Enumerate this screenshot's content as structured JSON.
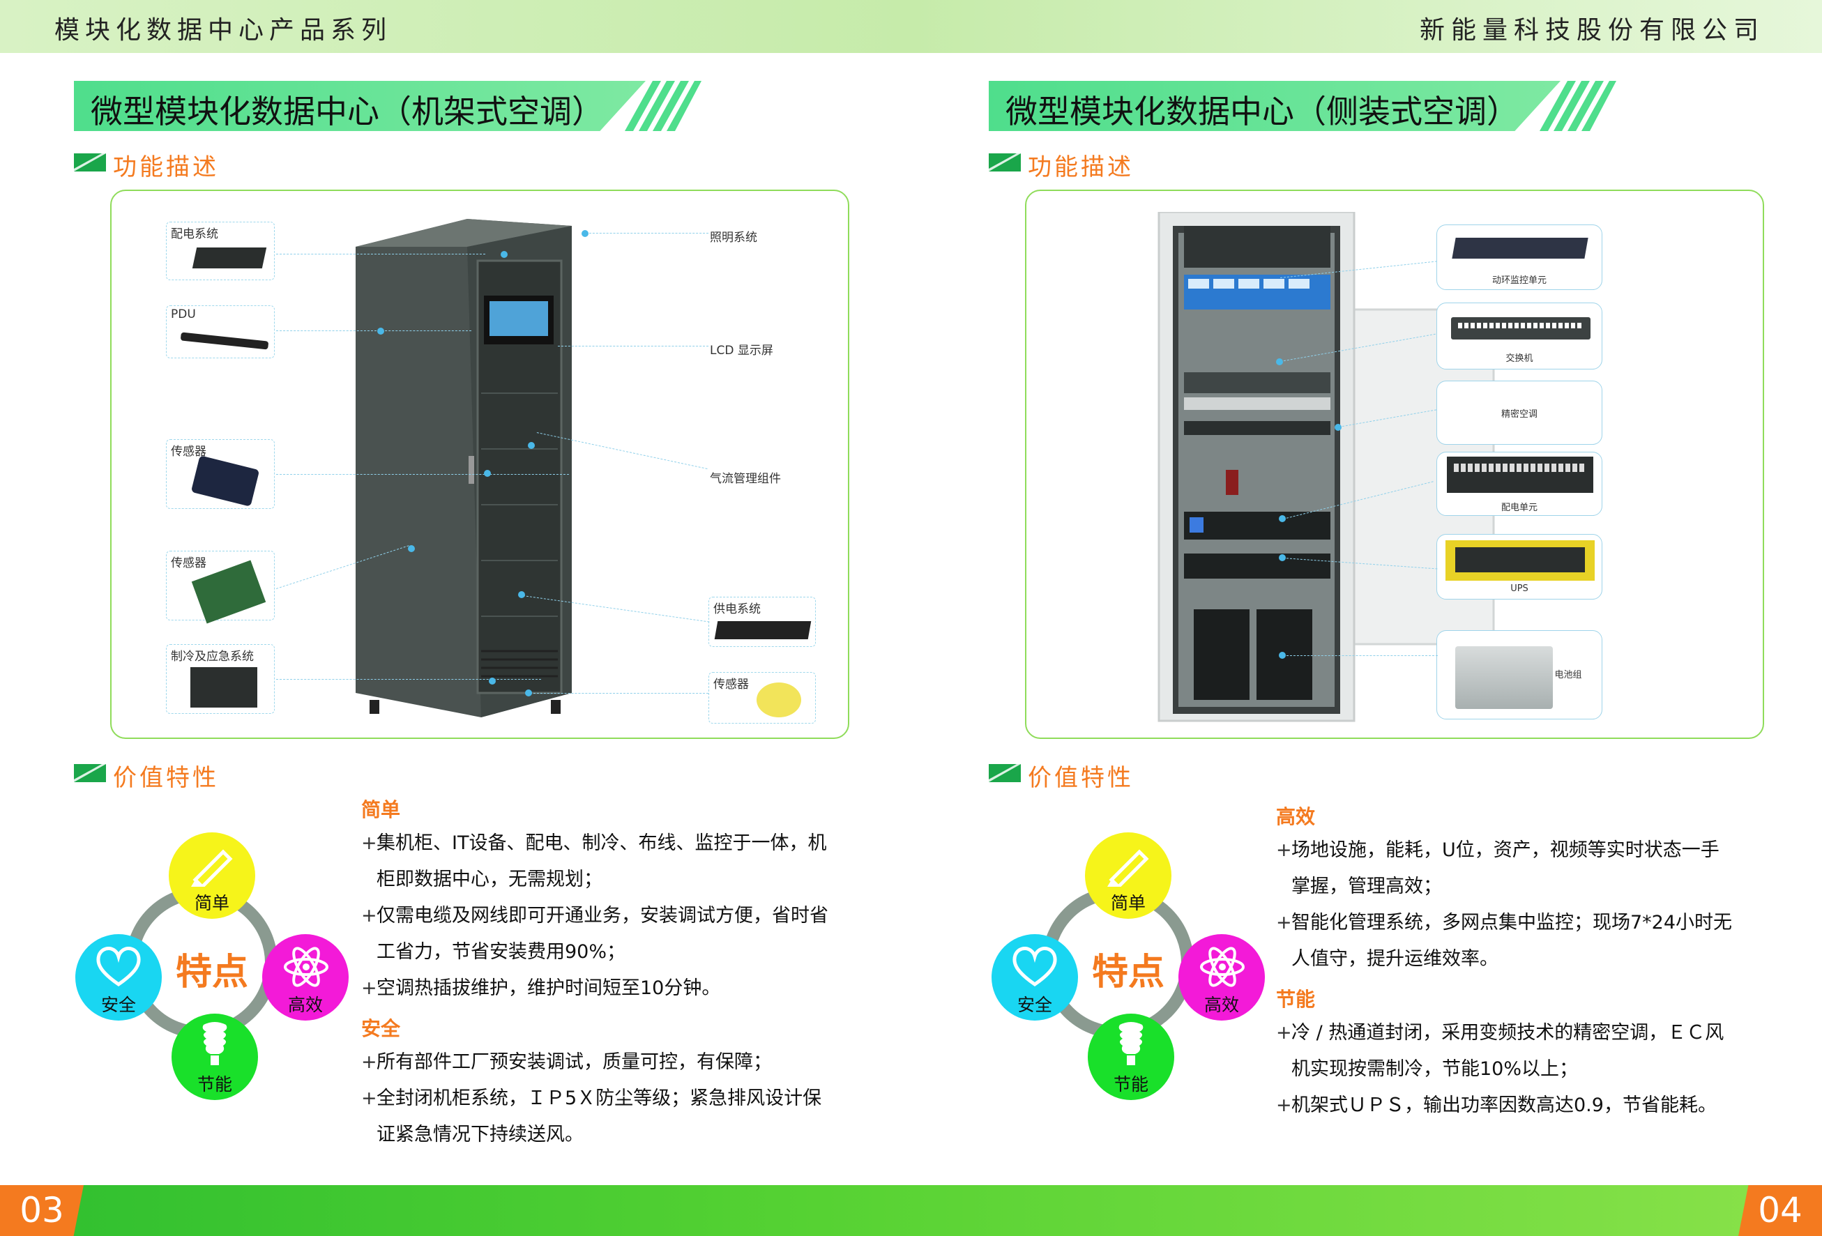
{
  "header": {
    "left_title": "模块化数据中心产品系列",
    "right_title": "新能量科技股份有限公司"
  },
  "footer": {
    "page_left": "03",
    "page_right": "04"
  },
  "left": {
    "banner": "微型模块化数据中心（机架式空调）",
    "section_func": "功能描述",
    "section_value": "价值特性",
    "callouts": {
      "power_dist": "配电系统",
      "pdu": "PDU",
      "sensor1": "传感器",
      "sensor2": "传感器",
      "cooling": "制冷及应急系统",
      "power_supply": "供电系统",
      "sensor3": "传感器",
      "lighting": "照明系统",
      "lcd": "LCD 显示屏",
      "airflow": "气流管理组件"
    },
    "wheel": {
      "top": "简单",
      "left": "安全",
      "right": "高效",
      "bottom": "节能",
      "center": "特点"
    },
    "features": [
      {
        "type": "title",
        "text": "简单"
      },
      {
        "type": "item",
        "text": "集机柜、IT设备、配电、制冷、布线、监控于一体，机"
      },
      {
        "type": "cont",
        "text": "柜即数据中心，无需规划；"
      },
      {
        "type": "item",
        "text": "仅需电缆及网线即可开通业务，安装调试方便，省时省"
      },
      {
        "type": "cont",
        "text": "工省力，节省安装费用90%；"
      },
      {
        "type": "item",
        "text": "空调热插拔维护，维护时间短至10分钟。"
      },
      {
        "type": "title",
        "text": "安全"
      },
      {
        "type": "item",
        "text": "所有部件工厂预安装调试，质量可控，有保障；"
      },
      {
        "type": "item",
        "text": "全封闭机柜系统，ＩＰ5Ｘ防尘等级；紧急排风设计保"
      },
      {
        "type": "cont",
        "text": "证紧急情况下持续送风。"
      }
    ]
  },
  "right": {
    "banner": "微型模块化数据中心（侧装式空调）",
    "section_func": "功能描述",
    "section_value": "价值特性",
    "components": {
      "monitor": "动环监控单元",
      "switch": "交换机",
      "ac": "精密空调",
      "pdu": "配电单元",
      "ups": "UPS",
      "battery": "电池组"
    },
    "wheel": {
      "top": "简单",
      "left": "安全",
      "right": "高效",
      "bottom": "节能",
      "center": "特点"
    },
    "features": [
      {
        "type": "title",
        "text": "高效"
      },
      {
        "type": "item",
        "text": "场地设施，能耗，U位，资产，视频等实时状态一手"
      },
      {
        "type": "cont",
        "text": "掌握，管理高效；"
      },
      {
        "type": "item",
        "text": "智能化管理系统，多网点集中监控；现场7*24小时无"
      },
      {
        "type": "cont",
        "text": "人值守，提升运维效率。"
      },
      {
        "type": "title",
        "text": "节能"
      },
      {
        "type": "item",
        "text": "冷 / 热通道封闭，采用变频技术的精密空调，ＥＣ风"
      },
      {
        "type": "cont",
        "text": "机实现按需制冷，节能10%以上；"
      },
      {
        "type": "item",
        "text": "机架式ＵＰＳ，输出功率因数高达0.9，节省能耗。"
      }
    ]
  },
  "colors": {
    "accent_orange": "#f47a1f",
    "banner_green": "#4fde8c",
    "frame_green": "#8fdc5a",
    "bar_green": "#56d233"
  }
}
